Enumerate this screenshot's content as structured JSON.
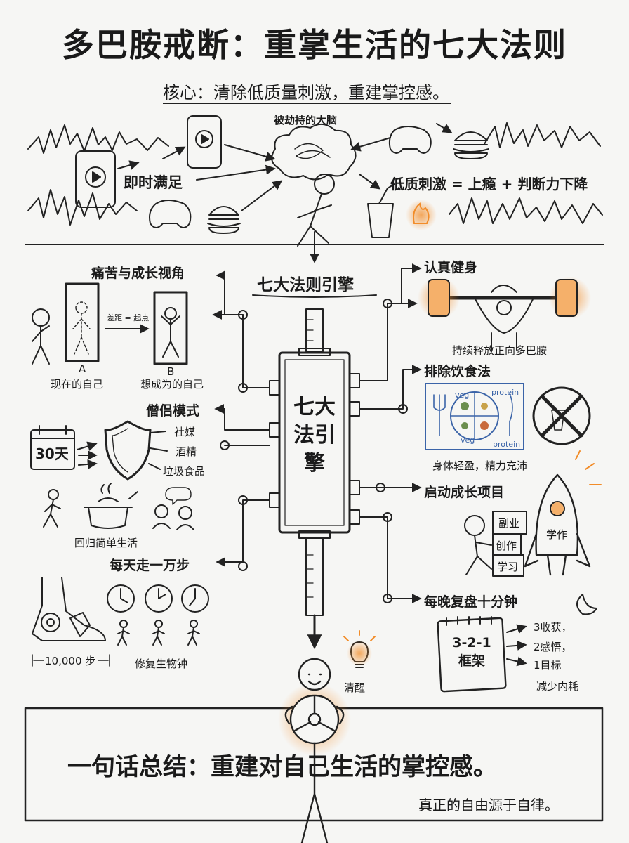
{
  "header": {
    "title": "多巴胺戒断：重掌生活的七大法则",
    "subtitle": "核心：清除低质量刺激，重建掌控感。"
  },
  "top_section": {
    "brain_label": "被劫持的大脑",
    "instant_label": "即时满足",
    "formula_label": "低质刺激 = 上瘾 + 判断力下降"
  },
  "engine": {
    "banner": "七大法则引擎",
    "core_text": "七大法引擎"
  },
  "left_rules": {
    "pain": {
      "title": "痛苦与成长视角",
      "gap": "差距 = 起点",
      "mirror_a": "A",
      "mirror_b": "B",
      "caption_a": "现在的自己",
      "caption_b": "想成为的自己"
    },
    "monk": {
      "title": "僧侣模式",
      "days": "30天",
      "items": [
        "社媒",
        "酒精",
        "垃圾食品"
      ],
      "caption": "回归简单生活"
    },
    "walk": {
      "title": "每天走一万步",
      "steps": "10,000 步",
      "caption": "修复生物钟"
    }
  },
  "right_rules": {
    "fitness": {
      "title": "认真健身",
      "caption": "持续释放正向多巴胺"
    },
    "diet": {
      "title": "排除饮食法",
      "plate_labels": [
        "veg",
        "protein",
        "veg",
        "protein"
      ],
      "caption": "身体轻盈，精力充沛"
    },
    "project": {
      "title": "启动成长项目",
      "boxes": [
        "副业",
        "创作",
        "学习"
      ],
      "rocket": "学作"
    },
    "review": {
      "title": "每晚复盘十分钟",
      "framework": "3-2-1 框架",
      "items": [
        "3收获，",
        "2感悟，",
        "1目标"
      ],
      "caption": "减少内耗"
    }
  },
  "bottom": {
    "awake": "清醒",
    "summary": "一句话总结：重建对自己生活的掌控感。",
    "motto": "真正的自由源于自律。"
  },
  "colors": {
    "ink": "#1a1a1a",
    "accent": "#f28c28",
    "diet_blue": "#3b64a8",
    "paper": "#f6f6f4"
  }
}
